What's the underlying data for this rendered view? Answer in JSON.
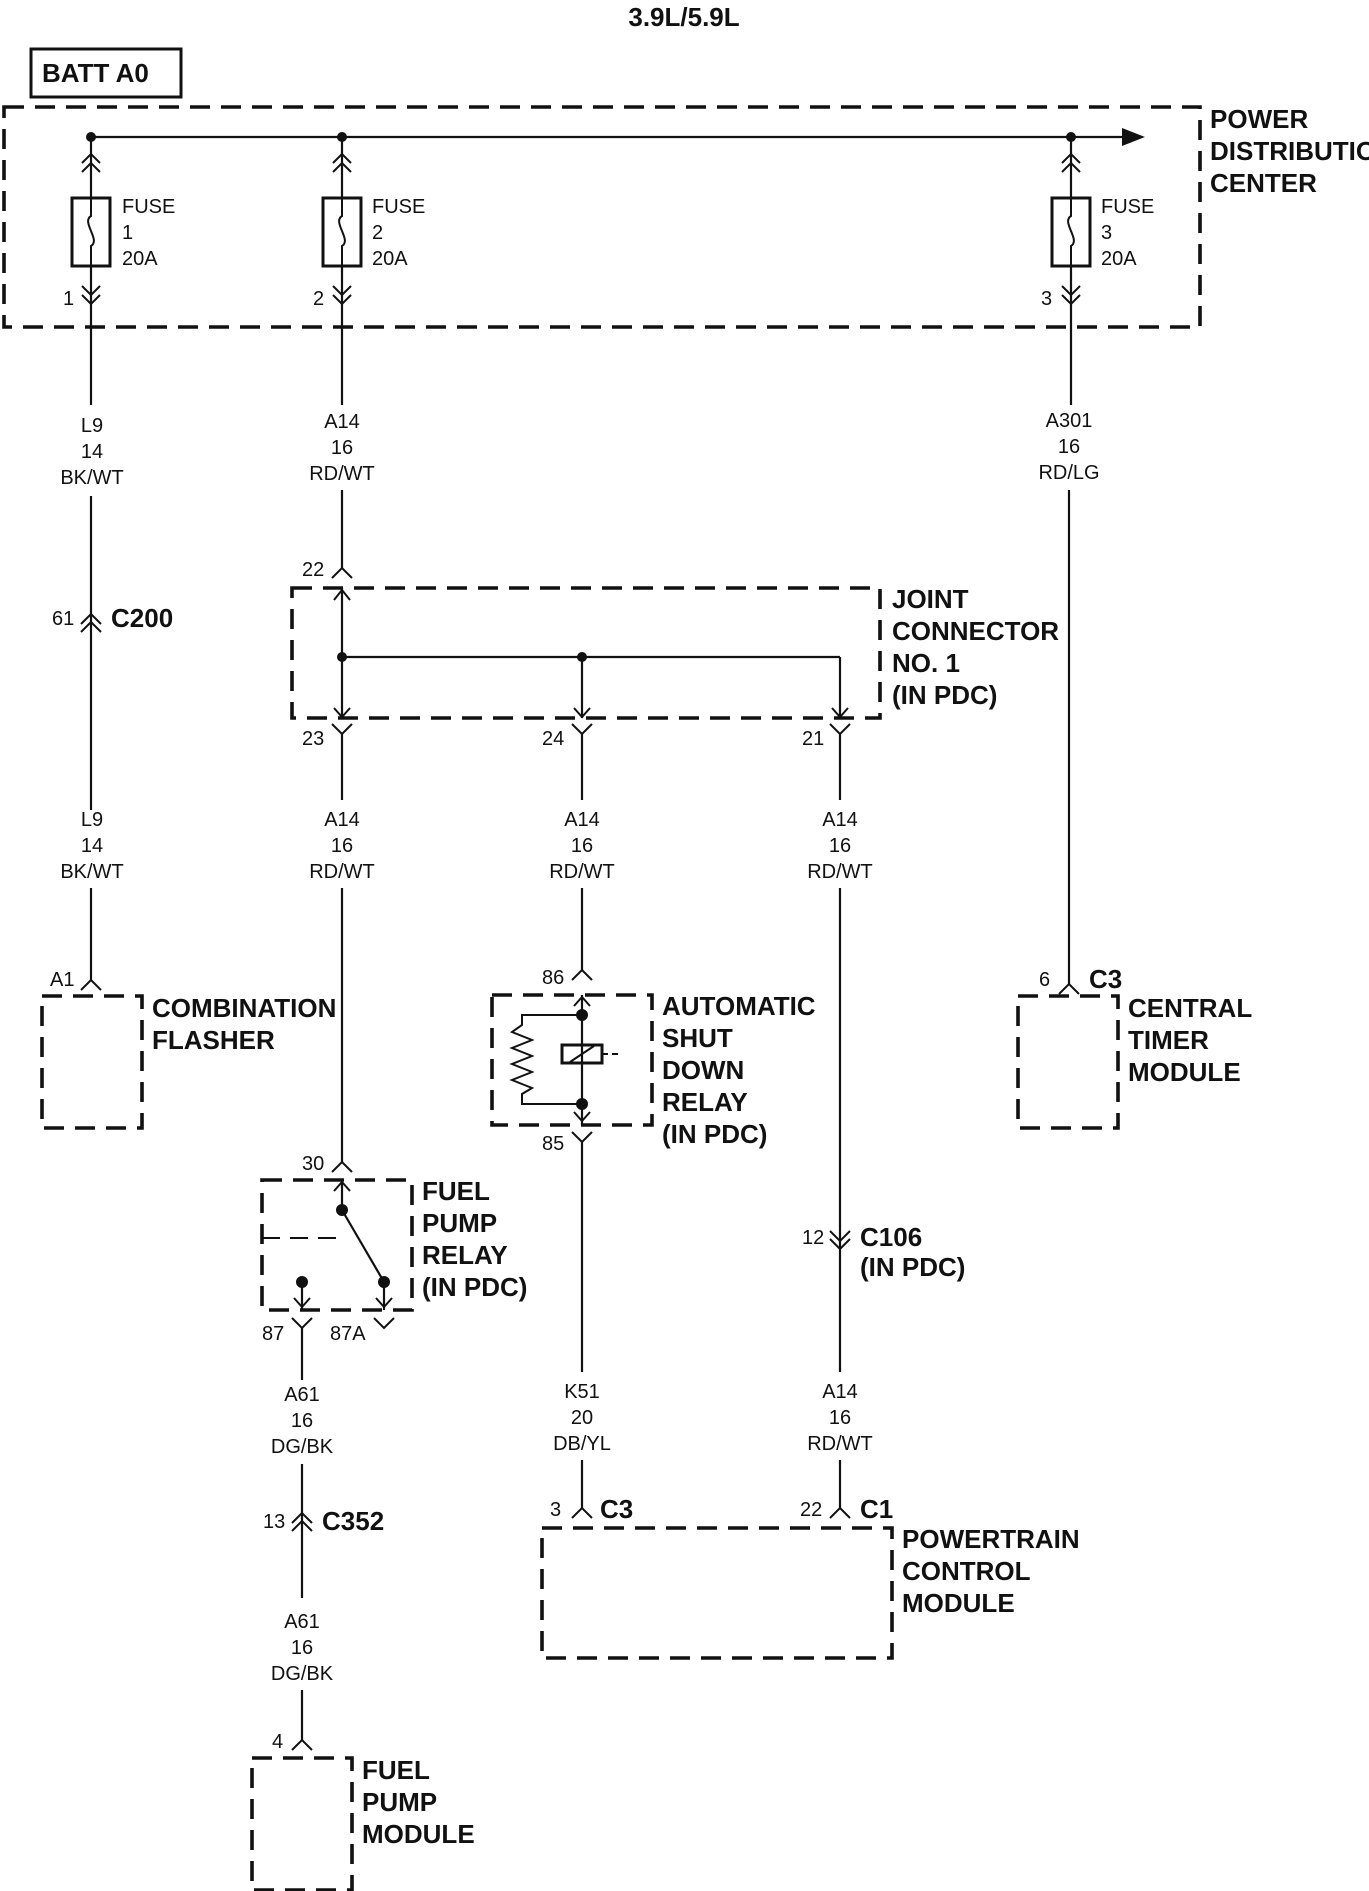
{
  "title": "3.9L/5.9L",
  "batt": "BATT A0",
  "pdc_label": [
    "POWER",
    "DISTRIBUTION",
    "CENTER"
  ],
  "fuses": [
    {
      "word": "FUSE",
      "num": "1",
      "amp": "20A",
      "pin": "1"
    },
    {
      "word": "FUSE",
      "num": "2",
      "amp": "20A",
      "pin": "2"
    },
    {
      "word": "FUSE",
      "num": "3",
      "amp": "20A",
      "pin": "3"
    }
  ],
  "wires": {
    "l9_top": [
      "L9",
      "14",
      "BK/WT"
    ],
    "a14_top": [
      "A14",
      "16",
      "RD/WT"
    ],
    "a301": [
      "A301",
      "16",
      "RD/LG"
    ],
    "l9_bot": [
      "L9",
      "14",
      "BK/WT"
    ],
    "a14_23": [
      "A14",
      "16",
      "RD/WT"
    ],
    "a14_24": [
      "A14",
      "16",
      "RD/WT"
    ],
    "a14_21": [
      "A14",
      "16",
      "RD/WT"
    ],
    "a61_top": [
      "A61",
      "16",
      "DG/BK"
    ],
    "a61_bot": [
      "A61",
      "16",
      "DG/BK"
    ],
    "k51": [
      "K51",
      "20",
      "DB/YL"
    ],
    "a14_pcm": [
      "A14",
      "16",
      "RD/WT"
    ]
  },
  "connectors": {
    "c200": {
      "pin": "61",
      "name": "C200"
    },
    "c352": {
      "pin": "13",
      "name": "C352"
    },
    "c106": {
      "pin": "12",
      "name": "C106",
      "sub": "(IN PDC)"
    },
    "ctm_c3": {
      "pin": "6",
      "name": "C3"
    },
    "pcm_c3": {
      "pin": "3",
      "name": "C3"
    },
    "pcm_c1": {
      "pin": "22",
      "name": "C1"
    }
  },
  "joint_connector": {
    "label": [
      "JOINT",
      "CONNECTOR",
      "NO. 1",
      "(IN PDC)"
    ],
    "pin_in": "22",
    "pin_23": "23",
    "pin_24": "24",
    "pin_21": "21"
  },
  "combination_flasher": {
    "pin": "A1",
    "label": [
      "COMBINATION",
      "FLASHER"
    ]
  },
  "asd_relay": {
    "pin_86": "86",
    "pin_85": "85",
    "label": [
      "AUTOMATIC",
      "SHUT",
      "DOWN",
      "RELAY",
      "(IN PDC)"
    ]
  },
  "fuel_pump_relay": {
    "pin_30": "30",
    "pin_87": "87",
    "pin_87a": "87A",
    "label": [
      "FUEL",
      "PUMP",
      "RELAY",
      "(IN PDC)"
    ]
  },
  "central_timer_module": {
    "label": [
      "CENTRAL",
      "TIMER",
      "MODULE"
    ]
  },
  "powertrain_control_module": {
    "label": [
      "POWERTRAIN",
      "CONTROL",
      "MODULE"
    ]
  },
  "fuel_pump_module": {
    "pin": "4",
    "label": [
      "FUEL",
      "PUMP",
      "MODULE"
    ]
  }
}
